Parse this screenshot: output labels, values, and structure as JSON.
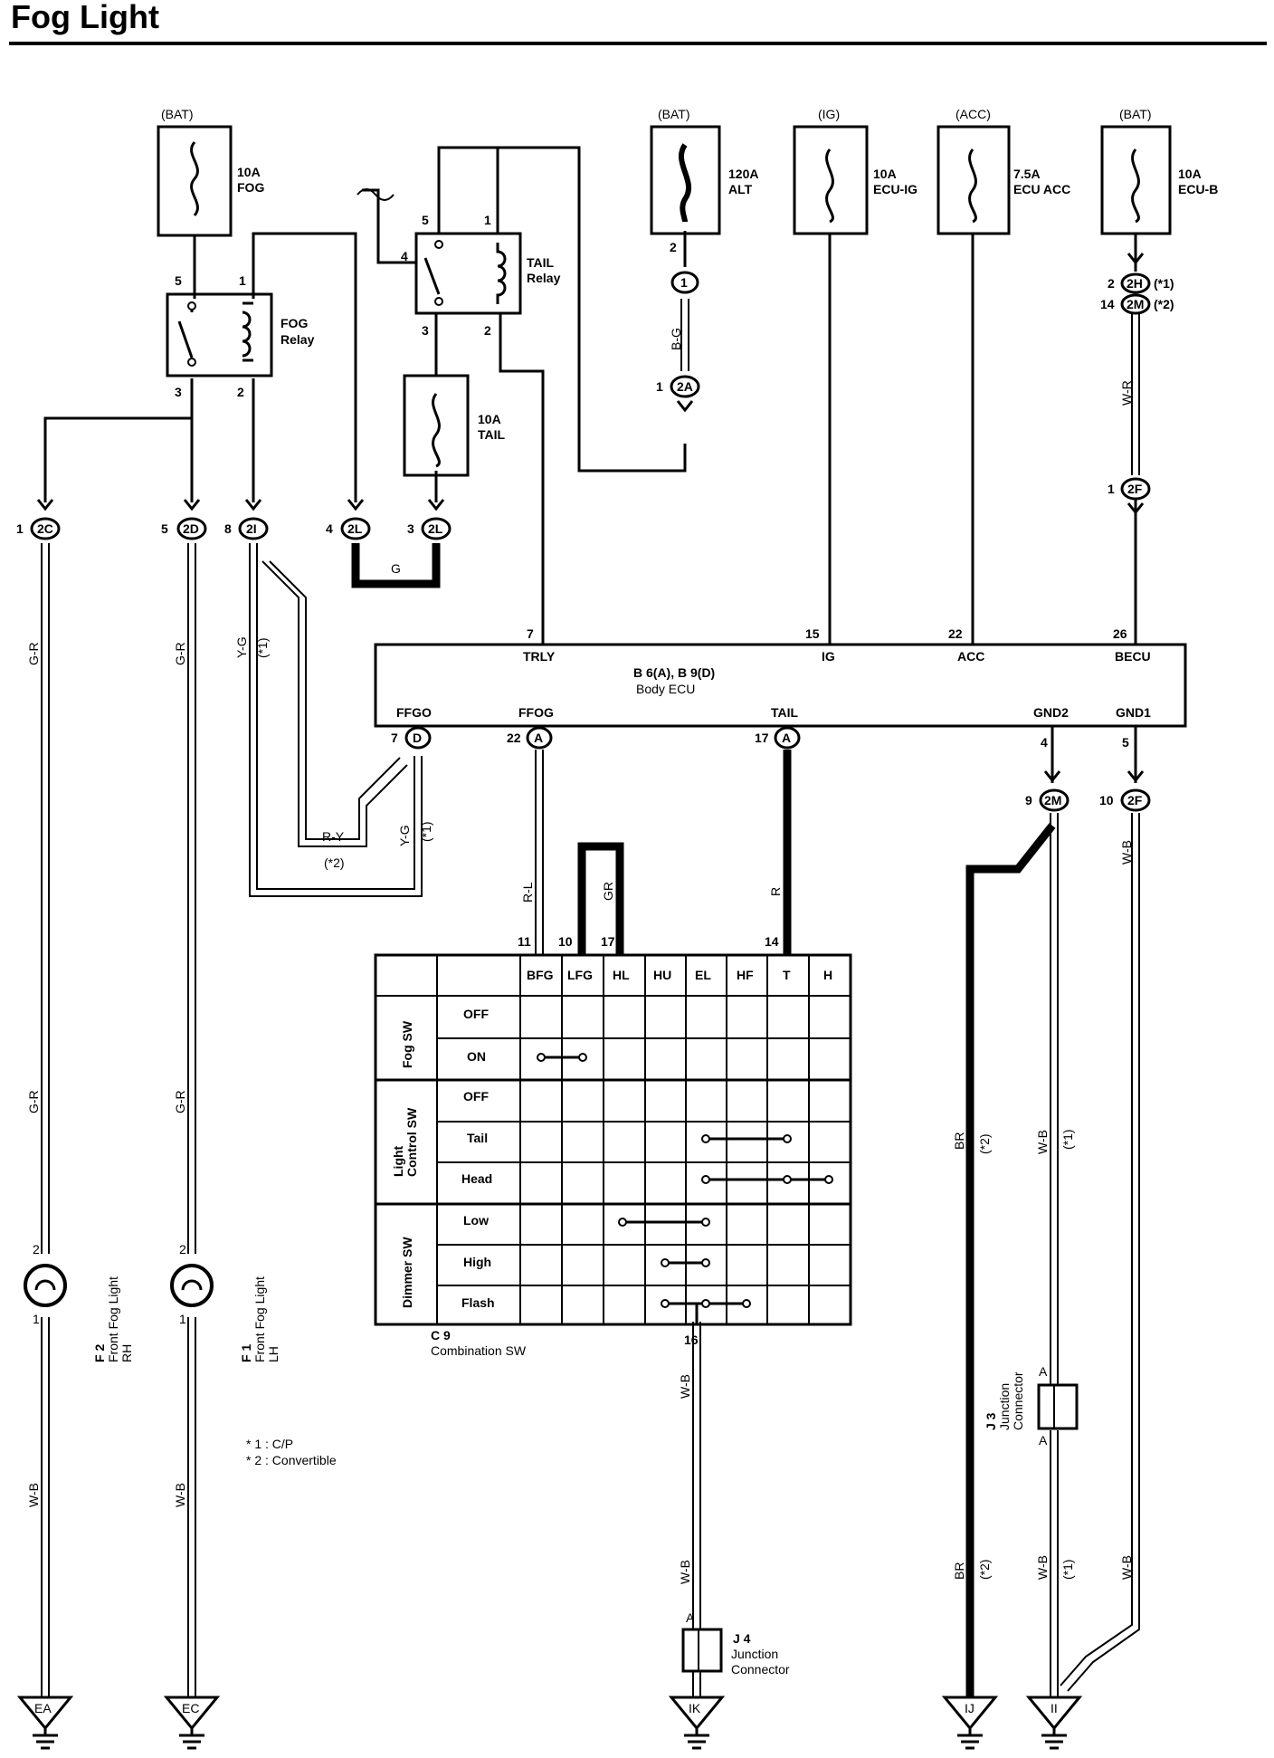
{
  "title": "Fog Light",
  "fuses": {
    "fog": {
      "source": "(BAT)",
      "rating": "10A",
      "name": "FOG"
    },
    "alt": {
      "source": "(BAT)",
      "rating": "120A",
      "name": "ALT"
    },
    "ecu_ig": {
      "source": "(IG)",
      "rating": "10A",
      "name": "ECU-IG"
    },
    "ecu_acc": {
      "source": "(ACC)",
      "rating": "7.5A",
      "name": "ECU ACC"
    },
    "ecu_b": {
      "source": "(BAT)",
      "rating": "10A",
      "name": "ECU-B"
    },
    "tail": {
      "rating": "10A",
      "name": "TAIL"
    }
  },
  "relays": {
    "fog": {
      "line1": "FOG",
      "line2": "Relay",
      "pins": [
        "5",
        "1",
        "3",
        "2"
      ]
    },
    "tail": {
      "line1": "TAIL",
      "line2": "Relay",
      "pins": [
        "5",
        "1",
        "4",
        "3",
        "2"
      ]
    }
  },
  "connectors": {
    "c2C": {
      "pin": "1",
      "id": "2C"
    },
    "c2D": {
      "pin": "5",
      "id": "2D"
    },
    "c2I": {
      "pin": "8",
      "id": "2I"
    },
    "c2L4": {
      "pin": "4",
      "id": "2L"
    },
    "c2L3": {
      "pin": "3",
      "id": "2L"
    },
    "alt1": {
      "pin": "2",
      "id": "1"
    },
    "c2A": {
      "pin": "1",
      "id": "2A"
    },
    "c2H": {
      "pin": "2",
      "id": "2H",
      "note": "(*1)"
    },
    "c2M": {
      "pin": "14",
      "id": "2M",
      "note": "(*2)"
    },
    "c2F1": {
      "pin": "1",
      "id": "2F"
    },
    "ecuD": {
      "pin": "7",
      "id": "D"
    },
    "ecuA22": {
      "pin": "22",
      "id": "A"
    },
    "ecuA17": {
      "pin": "17",
      "id": "A"
    },
    "c2M9": {
      "pin": "9",
      "id": "2M"
    },
    "c2F10": {
      "pin": "10",
      "id": "2F"
    }
  },
  "wires": {
    "g_r": "G-R",
    "w_b": "W-B",
    "y_g": "Y-G",
    "r_y": "R-Y",
    "g": "G",
    "b_g": "B-G",
    "w_r": "W-R",
    "r_l": "R-L",
    "gr": "GR",
    "r": "R",
    "br": "BR",
    "note1": "(*1)",
    "note2": "(*2)"
  },
  "body_ecu": {
    "ref": "B 6(A), B 9(D)",
    "name": "Body ECU",
    "top_pins": [
      {
        "num": "7",
        "label": "TRLY"
      },
      {
        "num": "15",
        "label": "IG"
      },
      {
        "num": "22",
        "label": "ACC"
      },
      {
        "num": "26",
        "label": "BECU"
      }
    ],
    "bottom_pins": [
      {
        "label": "FFGO"
      },
      {
        "label": "FFOG"
      },
      {
        "label": "TAIL"
      },
      {
        "num": "4",
        "label": "GND2"
      },
      {
        "num": "5",
        "label": "GND1"
      }
    ]
  },
  "combination_sw": {
    "ref": "C 9",
    "name": "Combination SW",
    "columns": [
      "BFG",
      "LFG",
      "HL",
      "HU",
      "EL",
      "HF",
      "T",
      "H"
    ],
    "top_pins": [
      "11",
      "10",
      "17",
      "14"
    ],
    "bottom_pin": "16",
    "groups": [
      {
        "name": "Fog SW",
        "rows": [
          "OFF",
          "ON"
        ]
      },
      {
        "name1": "Light",
        "name2": "Control SW",
        "rows": [
          "OFF",
          "Tail",
          "Head"
        ]
      },
      {
        "name": "Dimmer SW",
        "rows": [
          "Low",
          "High",
          "Flash"
        ]
      }
    ]
  },
  "lamps": {
    "rh": {
      "ref": "F 2",
      "line1": "Front Fog Light",
      "line2": "RH",
      "pin_top": "2",
      "pin_bottom": "1"
    },
    "lh": {
      "ref": "F 1",
      "line1": "Front Fog Light",
      "line2": "LH",
      "pin_top": "2",
      "pin_bottom": "1"
    }
  },
  "junctions": {
    "j3": {
      "ref": "J 3",
      "line1": "Junction",
      "line2": "Connector",
      "pin": "A"
    },
    "j4": {
      "ref": "J 4",
      "line1": "Junction",
      "line2": "Connector",
      "pin": "A"
    }
  },
  "grounds": [
    "EA",
    "EC",
    "IK",
    "IJ",
    "II"
  ],
  "notes": [
    "* 1 : C/P",
    "* 2 : Convertible"
  ]
}
